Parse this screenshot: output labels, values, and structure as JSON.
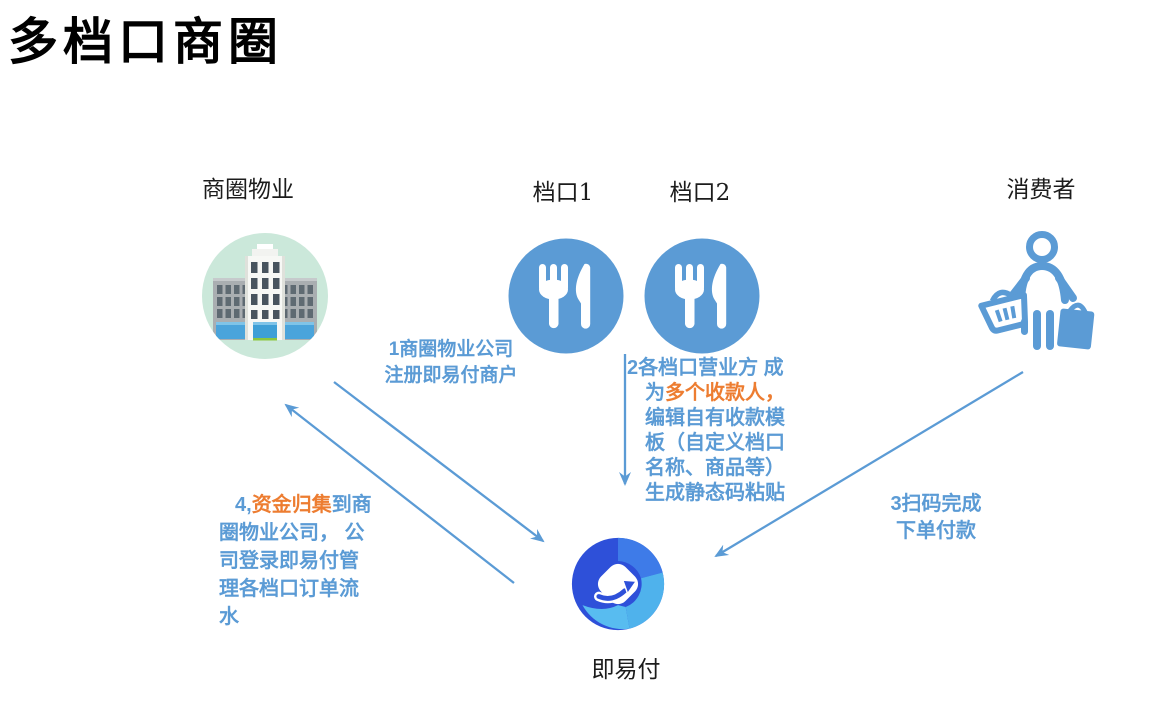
{
  "colors": {
    "blue": "#5B9BD5",
    "orange": "#ED7D31",
    "stall_circle": "#5B9BD5",
    "property_circle_bg": "#CBE8DA",
    "logo_dark": "#2E50D9",
    "logo_mid": "#3E7BE8",
    "logo_light": "#4FB2EC",
    "logo_lighter": "#58BCF0"
  },
  "title": "多档口商圈",
  "nodes": {
    "property": {
      "label": "商圈物业",
      "icon": "building-icon"
    },
    "stall1": {
      "label": "档口1",
      "icon": "fork-knife-icon"
    },
    "stall2": {
      "label": "档口2",
      "icon": "fork-knife-icon"
    },
    "consumer": {
      "label": "消费者",
      "icon": "shopper-icon"
    },
    "payment": {
      "label": "即易付",
      "icon": "payment-swirl-logo"
    }
  },
  "annotations": {
    "step1": {
      "text": "1商圈物业公司\n注册即易付商户"
    },
    "step2": {
      "lines": [
        [
          {
            "t": "2各档口营业方 成",
            "c": "blue"
          }
        ],
        [
          {
            "t": "为",
            "c": "blue"
          },
          {
            "t": "多个收款人，",
            "c": "orange"
          }
        ],
        [
          {
            "t": "编辑自有收款模",
            "c": "blue"
          }
        ],
        [
          {
            "t": "板（自定义档口",
            "c": "blue"
          }
        ],
        [
          {
            "t": "名称、商品等）",
            "c": "blue"
          }
        ],
        [
          {
            "t": "生成静态码粘贴",
            "c": "blue"
          }
        ]
      ]
    },
    "step3": {
      "text": "3扫码完成\n下单付款"
    },
    "step4": {
      "lines": [
        [
          {
            "t": "4,",
            "c": "blue"
          },
          {
            "t": "资金归集",
            "c": "orange"
          },
          {
            "t": "到商",
            "c": "blue"
          }
        ],
        [
          {
            "t": "圈物业公司， 公",
            "c": "blue"
          }
        ],
        [
          {
            "t": "司登录即易付管",
            "c": "blue"
          }
        ],
        [
          {
            "t": "理各档口订单流",
            "c": "blue"
          }
        ],
        [
          {
            "t": "水",
            "c": "blue"
          }
        ]
      ]
    }
  },
  "arrows": [
    {
      "name": "arrow-step1",
      "from": "property",
      "to": "payment"
    },
    {
      "name": "arrow-step2",
      "from": "stalls",
      "to": "payment"
    },
    {
      "name": "arrow-step3",
      "from": "consumer",
      "to": "payment"
    },
    {
      "name": "arrow-step4",
      "from": "payment",
      "to": "property"
    }
  ]
}
